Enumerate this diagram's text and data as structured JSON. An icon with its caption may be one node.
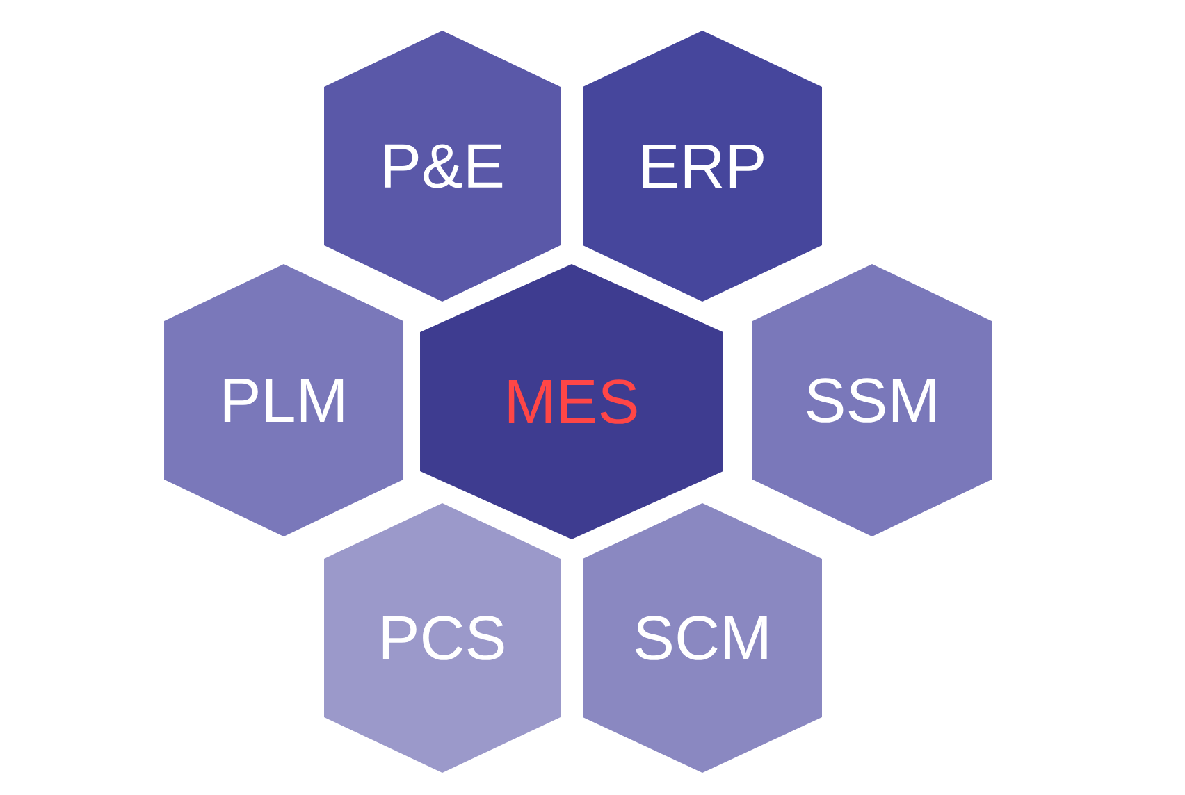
{
  "diagram": {
    "nodes": [
      {
        "text": [
          "P&E"
        ]
      },
      {
        "text": [
          "ERP"
        ]
      },
      {
        "text": [
          "PLM"
        ]
      },
      {
        "text": [
          "MES"
        ]
      },
      {
        "text": [
          "SSM"
        ]
      },
      {
        "text": [
          "PCS"
        ]
      },
      {
        "text": [
          "SCM"
        ]
      }
    ]
  }
}
